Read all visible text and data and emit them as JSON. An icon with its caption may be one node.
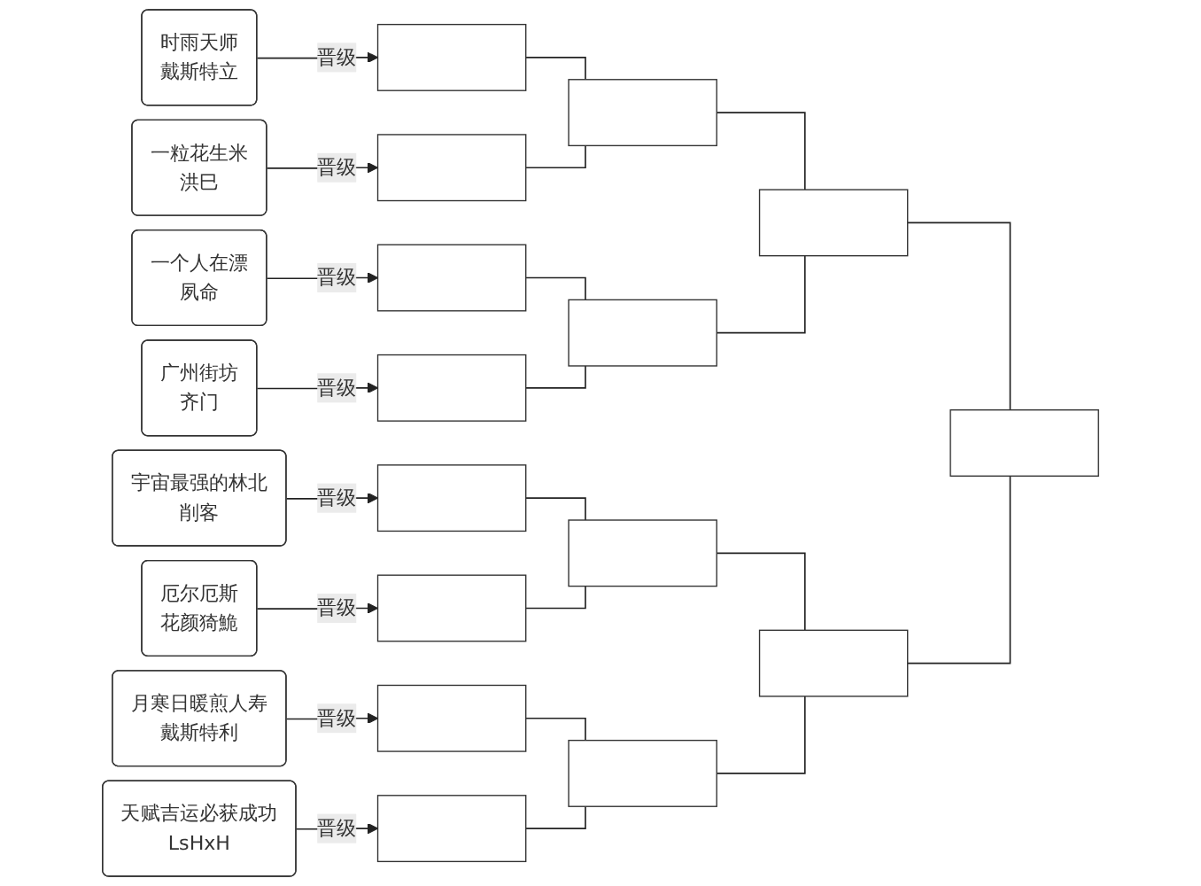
{
  "diagram": {
    "nodes": [
      {
        "text": [
          "时雨天师",
          "戴斯特立"
        ]
      },
      {
        "text": [
          "一粒花生米",
          "洪巳"
        ]
      },
      {
        "text": [
          "一个人在漂",
          "夙命"
        ]
      },
      {
        "text": [
          "广州街坊",
          "齐门"
        ]
      },
      {
        "text": [
          "宇宙最强的林北",
          "削客"
        ]
      },
      {
        "text": [
          "厄尔厄斯",
          "花颜猗鮠"
        ]
      },
      {
        "text": [
          "月寒日暖煎人寿",
          "戴斯特利"
        ]
      },
      {
        "text": [
          "天赋吉运必获成功",
          "LsHxH"
        ]
      },
      {
        "text": [],
        "shape": "box"
      },
      {
        "text": [],
        "shape": "box"
      },
      {
        "text": [],
        "shape": "box"
      },
      {
        "text": [],
        "shape": "box"
      },
      {
        "text": [],
        "shape": "box"
      },
      {
        "text": [],
        "shape": "box"
      },
      {
        "text": [],
        "shape": "box"
      },
      {
        "text": [],
        "shape": "box"
      },
      {
        "text": [],
        "shape": "box"
      },
      {
        "text": [],
        "shape": "box"
      },
      {
        "text": [],
        "shape": "box"
      },
      {
        "text": [],
        "shape": "box"
      },
      {
        "text": [],
        "shape": "box"
      },
      {
        "text": [],
        "shape": "box"
      },
      {
        "text": [],
        "shape": "box"
      }
    ],
    "edges": [
      {
        "from": 0,
        "to": 8,
        "arrow": "to",
        "label": "晋级"
      },
      {
        "from": 1,
        "to": 9,
        "arrow": "to",
        "label": "晋级"
      },
      {
        "from": 2,
        "to": 10,
        "arrow": "to",
        "label": "晋级"
      },
      {
        "from": 3,
        "to": 11,
        "arrow": "to",
        "label": "晋级"
      },
      {
        "from": 4,
        "to": 12,
        "arrow": "to",
        "label": "晋级"
      },
      {
        "from": 5,
        "to": 13,
        "arrow": "to",
        "label": "晋级"
      },
      {
        "from": 6,
        "to": 14,
        "arrow": "to",
        "label": "晋级"
      },
      {
        "from": 7,
        "to": 15,
        "arrow": "to",
        "label": "晋级"
      },
      {
        "from": 8,
        "to": 16,
        "arrow": "none"
      },
      {
        "from": 9,
        "to": 16,
        "arrow": "none"
      },
      {
        "from": 10,
        "to": 17,
        "arrow": "none"
      },
      {
        "from": 11,
        "to": 17,
        "arrow": "none"
      },
      {
        "from": 12,
        "to": 18,
        "arrow": "none"
      },
      {
        "from": 13,
        "to": 18,
        "arrow": "none"
      },
      {
        "from": 14,
        "to": 19,
        "arrow": "none"
      },
      {
        "from": 15,
        "to": 19,
        "arrow": "none"
      },
      {
        "from": 16,
        "to": 20,
        "arrow": "none"
      },
      {
        "from": 17,
        "to": 20,
        "arrow": "none"
      },
      {
        "from": 18,
        "to": 21,
        "arrow": "none"
      },
      {
        "from": 19,
        "to": 21,
        "arrow": "none"
      },
      {
        "from": 20,
        "to": 22,
        "arrow": "none"
      },
      {
        "from": 21,
        "to": 22,
        "arrow": "none"
      }
    ]
  }
}
